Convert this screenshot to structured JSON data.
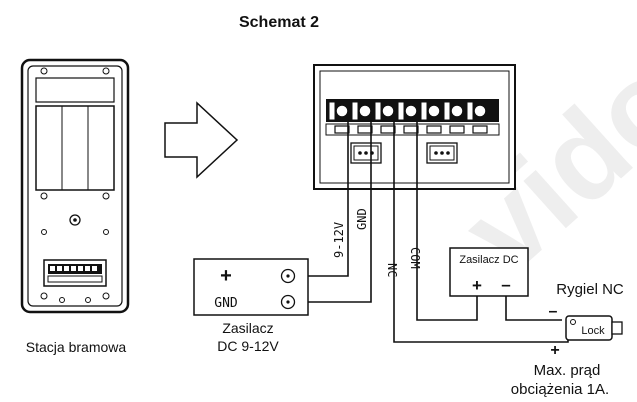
{
  "title": "Schemat 2",
  "device": {
    "caption": "Stacja bramowa"
  },
  "power_supply": {
    "plus_symbol": "+",
    "gnd_label": "GND",
    "caption_line1": "Zasilacz",
    "caption_line2": "DC 9-12V"
  },
  "wires": {
    "v9_12": "9-12V",
    "gnd": "GND",
    "nc": "NC",
    "com": "COM"
  },
  "dc_supply": {
    "label": "Zasilacz DC",
    "plus": "+",
    "minus": "–"
  },
  "lock": {
    "title": "Rygiel NC",
    "label": "Lock",
    "minus": "–",
    "plus": "+"
  },
  "note": {
    "line1": "Max. prąd",
    "line2": "obciążenia 1A."
  },
  "watermark": "vido"
}
